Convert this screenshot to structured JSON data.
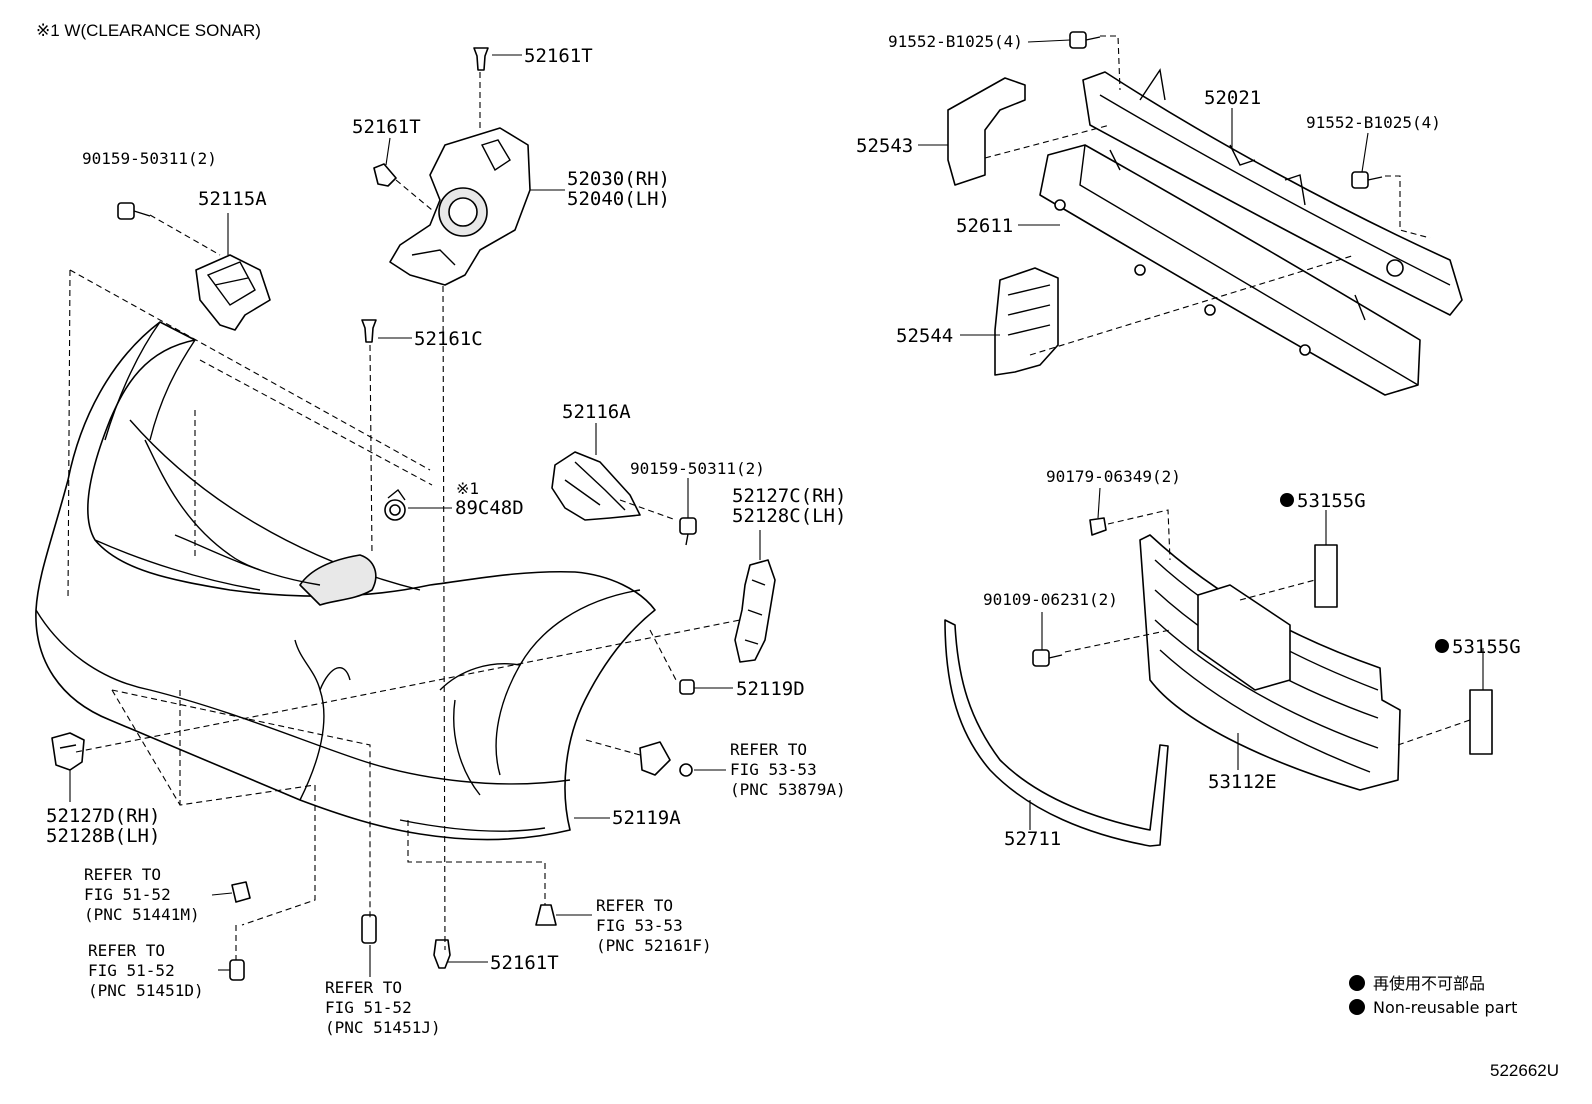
{
  "note": "※1 W(CLEARANCE SONAR)",
  "figure_code": "522662U",
  "callouts": {
    "c_52161T_top": "52161T",
    "c_52161T_mid": "52161T",
    "c_52161T_bottom": "52161T",
    "c_90159_a": "90159-50311(2)",
    "c_52115A": "52115A",
    "c_52030": "52030(RH)",
    "c_52040": "52040(LH)",
    "c_52161C": "52161C",
    "c_52116A": "52116A",
    "c_90159_b": "90159-50311(2)",
    "c_sonar_mark": "※1",
    "c_89C48D": "89C48D",
    "c_52127C": "52127C(RH)",
    "c_52128C": "52128C(LH)",
    "c_52119D": "52119D",
    "c_52119A": "52119A",
    "c_52127D": "52127D(RH)",
    "c_52128B": "52128B(LH)",
    "c_91552_a": "91552-B1025(4)",
    "c_91552_b": "91552-B1025(4)",
    "c_52021": "52021",
    "c_52543": "52543",
    "c_52611": "52611",
    "c_52544": "52544",
    "c_90179": "90179-06349(2)",
    "c_53155G_a": "53155G",
    "c_53155G_b": "53155G",
    "c_90109": "90109-06231(2)",
    "c_53112E": "53112E",
    "c_52711": "52711"
  },
  "refs": {
    "r1": {
      "l1": "REFER TO",
      "l2": "FIG 53-53",
      "l3": "(PNC 53879A)"
    },
    "r2": {
      "l1": "REFER TO",
      "l2": "FIG 51-52",
      "l3": "(PNC 51441M)"
    },
    "r3": {
      "l1": "REFER TO",
      "l2": "FIG 51-52",
      "l3": "(PNC 51451D)"
    },
    "r4": {
      "l1": "REFER TO",
      "l2": "FIG 51-52",
      "l3": "(PNC 51451J)"
    },
    "r5": {
      "l1": "REFER TO",
      "l2": "FIG 53-53",
      "l3": "(PNC 52161F)"
    }
  },
  "legend": {
    "jp": "再使用不可部品",
    "en": "Non-reusable part"
  }
}
